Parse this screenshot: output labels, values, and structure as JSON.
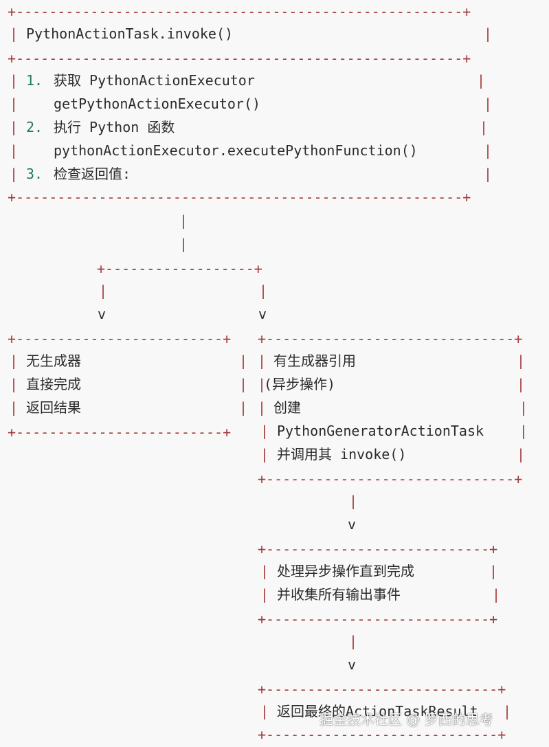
{
  "colors": {
    "background": "#f8f8f8",
    "border": "#a33a3a",
    "text": "#2b2b2b",
    "number": "#1d7a5a"
  },
  "diagram": {
    "box_main": {
      "top": "+------------------------------------------------------+",
      "title": "PythonActionTask.invoke()",
      "sep": "+------------------------------------------------------+",
      "bottom": "+------------------------------------------------------+",
      "steps": [
        {
          "num": "1.",
          "text": "获取 PythonActionExecutor"
        },
        {
          "num": "",
          "text": "getPythonActionExecutor()"
        },
        {
          "num": "2.",
          "text": "执行 Python 函数"
        },
        {
          "num": "",
          "text": "pythonActionExecutor.executePythonFunction()"
        },
        {
          "num": "3.",
          "text": "检查返回值:"
        }
      ]
    },
    "connector_vertical": "|",
    "split_line": "+------------------+",
    "arrow_head": "v",
    "box_left": {
      "border": "+-------------------------+",
      "lines": [
        "无生成器",
        "直接完成",
        "返回结果"
      ]
    },
    "box_right": {
      "border": "+------------------------------+",
      "lines": [
        "有生成器引用",
        "(异步操作)",
        "创建",
        "PythonGeneratorActionTask",
        "并调用其 invoke()"
      ]
    },
    "box_process": {
      "border": "+---------------------------+",
      "lines": [
        "处理异步操作直到完成",
        "并收集所有输出事件"
      ]
    },
    "box_result": {
      "border": "+----------------------------+",
      "lines": [
        "返回最终的ActionTaskResult"
      ]
    }
  },
  "watermark": "掘金技术社区 @ 罗西的思考"
}
